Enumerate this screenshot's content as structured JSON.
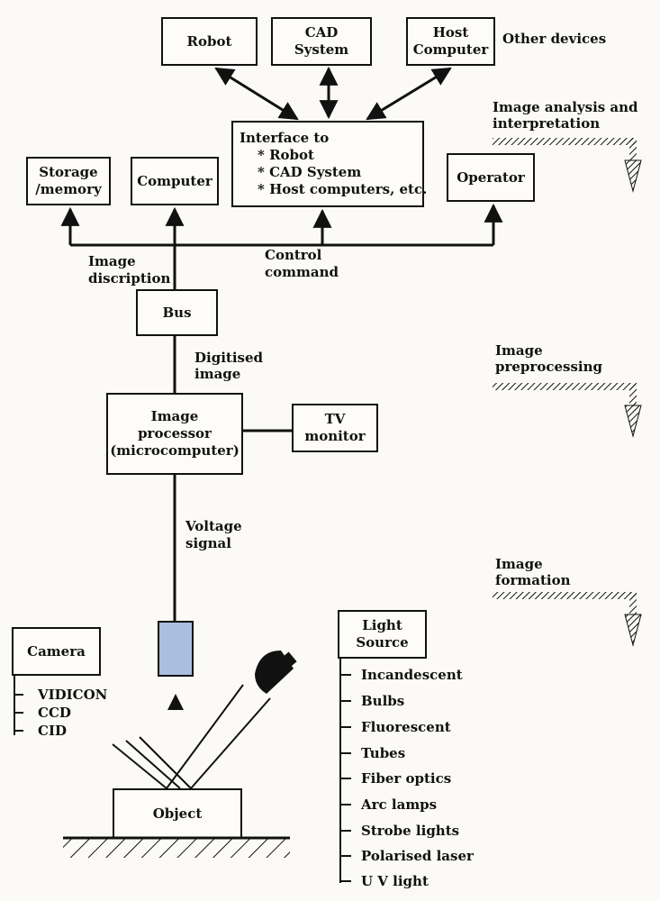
{
  "boxes": {
    "robot": "Robot",
    "cad_system": [
      "CAD",
      "System"
    ],
    "host_computer": [
      "Host",
      "Computer"
    ],
    "interface": [
      "Interface to",
      "* Robot",
      "* CAD System",
      "* Host computers, etc."
    ],
    "storage": [
      "Storage",
      "/memory"
    ],
    "computer": "Computer",
    "operator": "Operator",
    "bus": "Bus",
    "image_processor": [
      "Image",
      "processor",
      "(microcomputer)"
    ],
    "tv_monitor": [
      "TV",
      "monitor"
    ],
    "camera": "Camera",
    "light_source": [
      "Light",
      "Source"
    ],
    "object": "Object"
  },
  "labels": {
    "other_devices": "Other devices",
    "image_discription": [
      "Image",
      "discription"
    ],
    "control_command": [
      "Control",
      "command"
    ],
    "digitised_image": [
      "Digitised",
      "image"
    ],
    "voltage_signal": [
      "Voltage",
      "signal"
    ]
  },
  "stages": {
    "analysis": [
      "Image analysis and",
      "interpretation"
    ],
    "preprocessing": [
      "Image",
      "preprocessing"
    ],
    "formation": [
      "Image",
      "formation"
    ]
  },
  "camera_types": [
    "VIDICON",
    "CCD",
    "CID"
  ],
  "light_types": [
    "Incandescent",
    "Bulbs",
    "Fluorescent",
    "Tubes",
    "Fiber optics",
    "Arc lamps",
    "Strobe lights",
    "Polarised laser",
    "U V light"
  ],
  "colors": {
    "sensor_fill": "#a9bfdd",
    "ink": "#111111",
    "paper": "#fbfaf6"
  }
}
